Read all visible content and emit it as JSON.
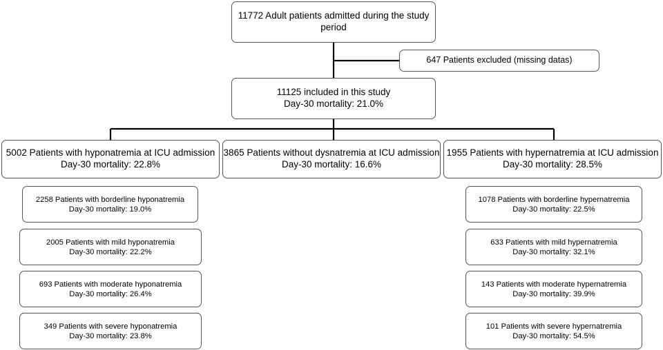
{
  "top": {
    "line1": "11772 Adult patients admitted during the study",
    "line2": "period"
  },
  "excluded": "647 Patients excluded (missing datas)",
  "included": {
    "line1": "11125 included in this study",
    "line2": "Day-30 mortality: 21.0%"
  },
  "groups": {
    "hypo": {
      "line1": "5002 Patients with hyponatremia at ICU admission",
      "line2": "Day-30 mortality: 22.8%"
    },
    "normo": {
      "line1": "3865 Patients without dysnatremia at ICU admission",
      "line2": "Day-30 mortality: 16.6%"
    },
    "hyper": {
      "line1": "1955 Patients with hypernatremia at ICU admission",
      "line2": "Day-30 mortality: 28.5%"
    }
  },
  "hypo_sub": [
    {
      "line1": "2258 Patients with borderline hyponatremia",
      "line2": "Day-30 mortality: 19.0%"
    },
    {
      "line1": "2005 Patients with mild hyponatremia",
      "line2": "Day-30 mortality: 22.2%"
    },
    {
      "line1": "693 Patients with moderate hyponatremia",
      "line2": "Day-30 mortality: 26.4%"
    },
    {
      "line1": "349 Patients with severe hyponatremia",
      "line2": "Day-30 mortality: 23.8%"
    }
  ],
  "hyper_sub": [
    {
      "line1": "1078 Patients with borderline hypernatremia",
      "line2": "Day-30 mortality: 22.5%"
    },
    {
      "line1": "633 Patients with mild hypernatremia",
      "line2": "Day-30 mortality: 32.1%"
    },
    {
      "line1": "143 Patients with moderate hypernatremia",
      "line2": "Day-30 mortality: 39.9%"
    },
    {
      "line1": "101 Patients with severe hypernatremia",
      "line2": "Day-30 mortality: 54.5%"
    }
  ]
}
